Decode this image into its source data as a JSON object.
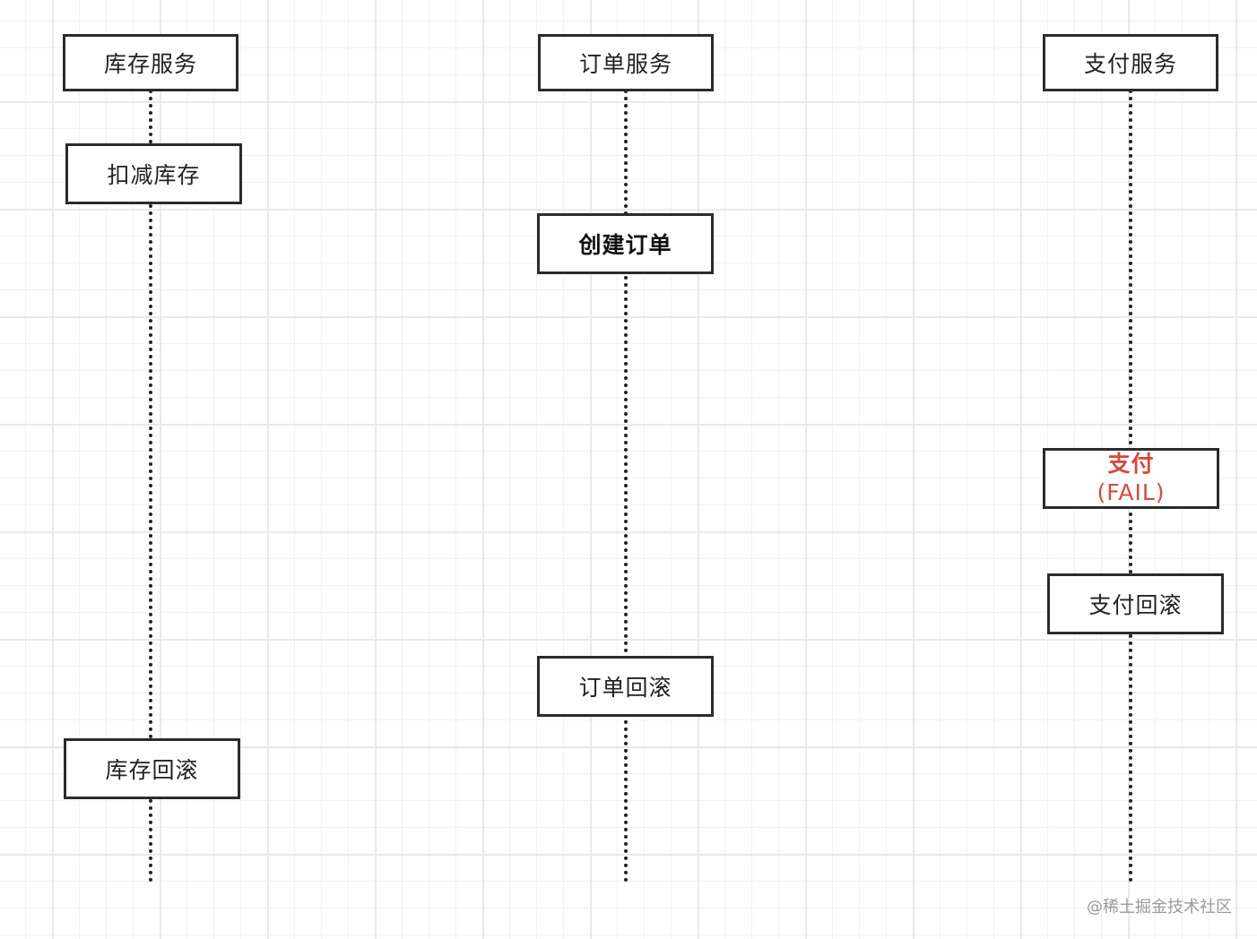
{
  "services": {
    "inventory": "库存服务",
    "order": "订单服务",
    "payment": "支付服务"
  },
  "steps": {
    "deduct_inventory": "扣减库存",
    "create_order": "创建订单",
    "pay": "支付",
    "pay_status": "(FAIL)",
    "pay_rollback": "支付回滚",
    "order_rollback": "订单回滚",
    "inventory_rollback": "库存回滚"
  },
  "colors": {
    "fail_text": "#d9483b"
  },
  "watermark": "@稀土掘金技术社区"
}
